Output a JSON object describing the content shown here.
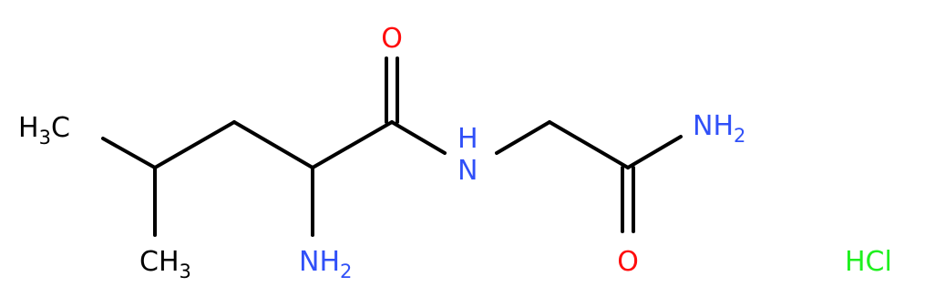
{
  "molecule": {
    "methyl_top": {
      "main": "H",
      "sub": "3",
      "tail": "C"
    },
    "methyl_bottom": {
      "main": "CH",
      "sub": "3"
    },
    "amine_alpha": {
      "main": "NH",
      "sub": "2"
    },
    "carbonyl_o1": "O",
    "amide_nh": {
      "main": "N",
      "sub": "H"
    },
    "amide_nh2": {
      "main": "NH",
      "sub": "2"
    },
    "carbonyl_o2": "O",
    "salt": "HCl"
  },
  "colors": {
    "bond": "#000000",
    "carbon_hydrogen": "#000000",
    "nitrogen": "#3050f8",
    "oxygen": "#ff0d0d",
    "chlorine": "#1ff01f"
  }
}
